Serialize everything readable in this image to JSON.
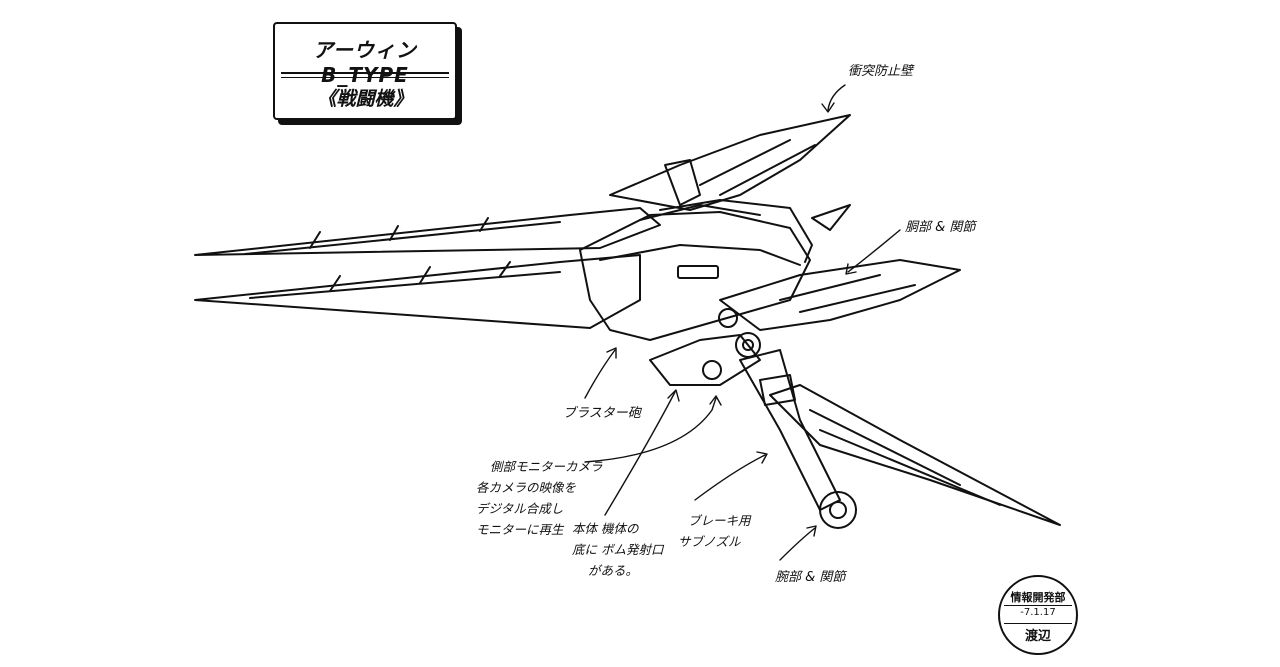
{
  "title": {
    "name": "アーウィン B_TYPE",
    "category": "《戦闘機》"
  },
  "annotations": {
    "top_right": "衝突防止壁",
    "right_upper": "胴部 & 関節",
    "blaster": "ブラスター砲",
    "camera": [
      "側部モニターカメラ",
      "各カメラの映像を",
      "デジタル合成し",
      "モニターに再生"
    ],
    "body_bottom": [
      "本体 機体の",
      "底に ボム発射口",
      "がある。"
    ],
    "brake": [
      "ブレーキ用",
      "サブノズル"
    ],
    "right_lower": "腕部 & 関節"
  },
  "stamp": {
    "department": "情報開発部",
    "date": "-7.1.17",
    "signature": "渡辺"
  }
}
